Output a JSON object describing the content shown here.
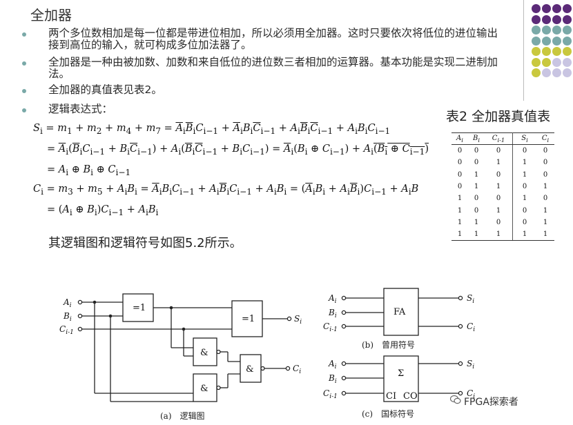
{
  "title": "全加器",
  "bullets": [
    "两个多位数相加是每一位都是带进位相加，所以必须用全加器。这时只要依次将低位的进位输出接到高位的输入，就可构成多位加法器了。",
    "全加器是一种由被加数、加数和来自低位的进位数三者相加的运算器。基本功能是实现二进制加法。",
    "全加器的真值表见表2。",
    "逻辑表达式："
  ],
  "reference_text": "其逻辑图和逻辑符号如图5.2所示。",
  "table": {
    "title": "表2 全加器真值表",
    "headers": [
      "A",
      "B",
      "C",
      "S",
      "C"
    ],
    "header_subs": [
      "i",
      "i",
      "i-1",
      "i",
      "i"
    ],
    "rows": [
      [
        "0",
        "0",
        "0",
        "0",
        "0"
      ],
      [
        "0",
        "0",
        "1",
        "1",
        "0"
      ],
      [
        "0",
        "1",
        "0",
        "1",
        "0"
      ],
      [
        "0",
        "1",
        "1",
        "0",
        "1"
      ],
      [
        "1",
        "0",
        "0",
        "1",
        "0"
      ],
      [
        "1",
        "0",
        "1",
        "0",
        "1"
      ],
      [
        "1",
        "1",
        "0",
        "0",
        "1"
      ],
      [
        "1",
        "1",
        "1",
        "1",
        "1"
      ]
    ]
  },
  "diagram": {
    "inputs": [
      "A",
      "B",
      "C"
    ],
    "input_subs": [
      "i",
      "i",
      "i-1"
    ],
    "outputs": [
      "S",
      "C"
    ],
    "output_subs": [
      "i",
      "i"
    ],
    "xor_label": "=1",
    "and_label": "&",
    "fa_label": "FA",
    "sigma_label": "Σ",
    "ci_label": "CI",
    "co_label": "CO",
    "caption_a": "(a)　逻辑图",
    "caption_b": "(b)　曾用符号",
    "caption_c": "(c)　国标符号"
  },
  "watermark": "FPGA探索者",
  "colors": {
    "purple": "#5b2a78",
    "teal": "#7aa9a8",
    "olive": "#c9c83e",
    "lavender": "#c9c5e2"
  }
}
